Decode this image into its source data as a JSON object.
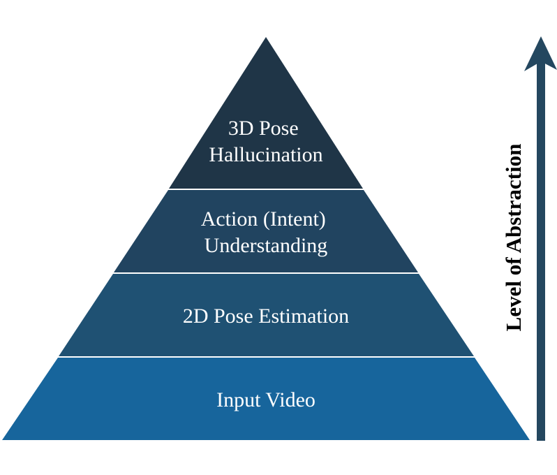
{
  "diagram": {
    "tiers": [
      {
        "lines": [
          "3D Pose",
          "Hallucination"
        ],
        "color": "#1f3547"
      },
      {
        "lines": [
          "Action (Intent)",
          "Understanding"
        ],
        "color": "#214460"
      },
      {
        "lines": [
          "2D Pose Estimation"
        ],
        "color": "#1f5173"
      },
      {
        "lines": [
          "Input Video"
        ],
        "color": "#17659c"
      }
    ],
    "axis": {
      "label": "Level of Abstraction",
      "color": "#24475f"
    }
  }
}
